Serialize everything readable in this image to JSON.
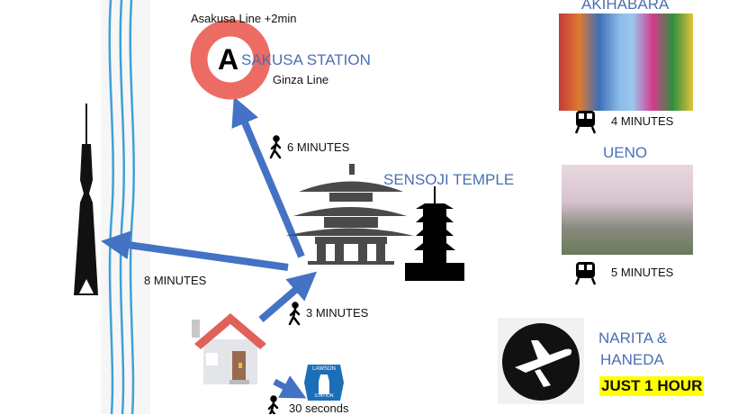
{
  "asakusa": {
    "line_note": "Asakusa Line +2min",
    "logo_letter": "A",
    "station_name": "SAKUSA STATION",
    "line": "Ginza Line",
    "walk_time": "6 MINUTES"
  },
  "sensoji": {
    "name": "SENSOJI TEMPLE"
  },
  "skytree": {
    "time": "8 MINUTES"
  },
  "home": {
    "walk_time": "3 MINUTES"
  },
  "lawson": {
    "logo_top": "LAWSON",
    "logo_bottom": "STATION",
    "walk_time": "30 seconds"
  },
  "akihabara": {
    "name": "AKIHABARA",
    "train_time": "4 MINUTES"
  },
  "ueno": {
    "name": "UENO",
    "train_time": "5 MINUTES"
  },
  "airport": {
    "line1": "NARITA &",
    "line2": "HANEDA",
    "highlight": "JUST 1 HOUR"
  },
  "colors": {
    "arrow": "#4472c4",
    "label_blue": "#4a6fb5",
    "asakusa_red": "#ec6b62",
    "river": "#3fa0d6",
    "highlight": "#ffff00"
  }
}
